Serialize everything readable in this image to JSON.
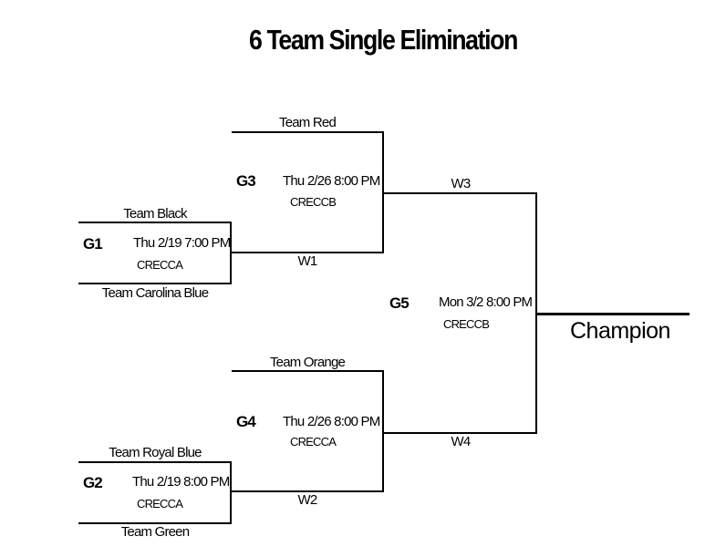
{
  "title": "6 Team Single Elimination",
  "games": {
    "g1": {
      "label": "G1",
      "datetime": "Thu 2/19  7:00 PM",
      "venue": "CRECCA",
      "team_top": "Team Black",
      "team_bottom": "Team Carolina Blue"
    },
    "g2": {
      "label": "G2",
      "datetime": "Thu 2/19  8:00 PM",
      "venue": "CRECCA",
      "team_top": "Team Royal Blue",
      "team_bottom": "Team Green"
    },
    "g3": {
      "label": "G3",
      "datetime": "Thu 2/26  8:00 PM",
      "venue": "CRECCB",
      "team_top": "Team Red",
      "winner_in": "W1"
    },
    "g4": {
      "label": "G4",
      "datetime": "Thu 2/26  8:00 PM",
      "venue": "CRECCA",
      "team_top": "Team Orange",
      "winner_in": "W2"
    },
    "g5": {
      "label": "G5",
      "datetime": "Mon 3/2  8:00 PM",
      "venue": "CRECCB",
      "winner_top": "W3",
      "winner_bottom": "W4"
    }
  },
  "champion_label": "Champion"
}
